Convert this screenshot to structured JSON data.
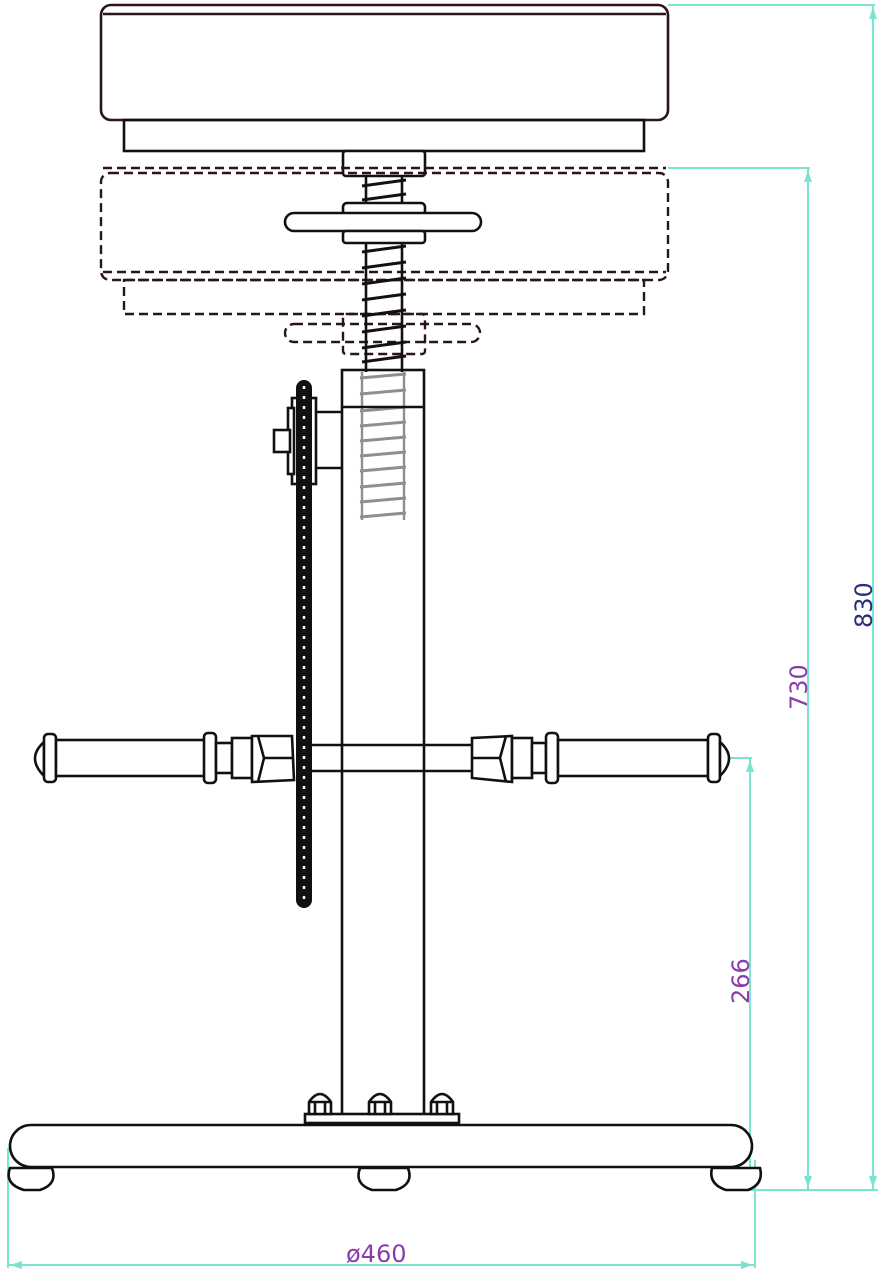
{
  "drawing": {
    "subject": "Height-adjustable stool with screw lift, footrest bar and round base",
    "colors": {
      "outline": "#111111",
      "seat_outline": "#2a1518",
      "dimension_line": "#7ce3cf",
      "dimension_text": "#8a3cae",
      "dimension_text_830": "#2b2f7a",
      "inner_screw": "#8a9290"
    },
    "parts": [
      "seat-cushion",
      "seat-plate",
      "seat-lowered-position-dashed",
      "adjusting-handwheel",
      "threaded-screw-spindle",
      "column-tube",
      "chain-sprocket",
      "drive-chain",
      "footrest-bar",
      "base-bolts",
      "round-base",
      "glides"
    ]
  },
  "dimensions": {
    "overall_height": {
      "label": "830",
      "unit": "mm"
    },
    "min_height": {
      "label": "730",
      "unit": "mm"
    },
    "footrest_height": {
      "label": "266",
      "unit": "mm"
    },
    "base_diameter": {
      "label": "ø460",
      "unit": "mm"
    }
  }
}
